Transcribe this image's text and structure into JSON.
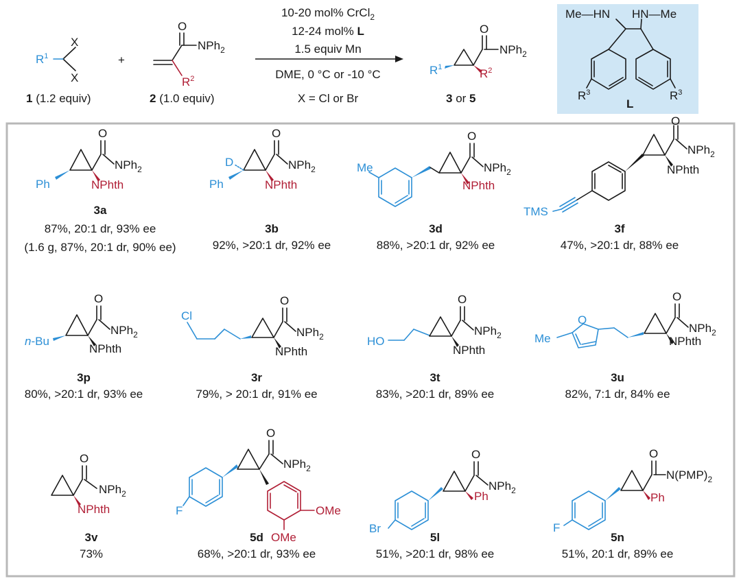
{
  "reaction": {
    "reactant1": {
      "r_label": "R",
      "r_sup": "1",
      "x_label": "X",
      "number": "1",
      "equiv": "(1.2 equiv)"
    },
    "plus": "+",
    "reactant2": {
      "o_label": "O",
      "amide": "NPh",
      "amide_sub": "2",
      "r_label": "R",
      "r_sup": "2",
      "number": "2",
      "equiv": "(1.0 equiv)"
    },
    "conditions": {
      "line1_pre": "10-20 mol% CrCl",
      "line1_sub": "2",
      "line2_pre": "12-24 mol% ",
      "line2_bold": "L",
      "line3": "1.5 equiv Mn",
      "line4": "DME, 0 °C or -10 °C",
      "line5": "X = Cl or Br"
    },
    "product": {
      "o_label": "O",
      "amide": "NPh",
      "amide_sub": "2",
      "r1": "R",
      "r1_sup": "1",
      "r2": "R",
      "r2_sup": "2",
      "num1": "3",
      "or": " or ",
      "num2": "5"
    },
    "ligand": {
      "nh_left": "Me—HN",
      "nh_right": "HN—Me",
      "r3": "R",
      "r3_sup": "3",
      "label": "L",
      "bg_color": "#cfe6f5"
    }
  },
  "compounds": [
    {
      "id": "3a",
      "lines": [
        "87%, 20:1 dr, 93% ee",
        "(1.6 g, 87%, 20:1 dr, 90% ee)"
      ]
    },
    {
      "id": "3b",
      "lines": [
        "92%, >20:1 dr, 92% ee"
      ]
    },
    {
      "id": "3d",
      "lines": [
        "88%, >20:1 dr, 92% ee"
      ]
    },
    {
      "id": "3f",
      "lines": [
        "47%, >20:1 dr, 88% ee"
      ]
    },
    {
      "id": "3p",
      "lines": [
        "80%, >20:1 dr, 93% ee"
      ]
    },
    {
      "id": "3r",
      "lines": [
        "79%, > 20:1 dr, 91% ee"
      ]
    },
    {
      "id": "3t",
      "lines": [
        "83%, >20:1 dr, 89% ee"
      ]
    },
    {
      "id": "3u",
      "lines": [
        "82%, 7:1 dr, 84% ee"
      ]
    },
    {
      "id": "3v",
      "lines": [
        "73%"
      ]
    },
    {
      "id": "5d",
      "lines": [
        "68%, >20:1 dr, 93% ee"
      ]
    },
    {
      "id": "5l",
      "lines": [
        "51%, >20:1 dr, 98% ee"
      ]
    },
    {
      "id": "5n",
      "lines": [
        "51%, 20:1 dr, 89% ee"
      ]
    }
  ],
  "labels": {
    "o": "O",
    "nph": "NPh",
    "nph_sub": "2",
    "nphth": "NPhth",
    "ph": "Ph",
    "d": "D",
    "me": "Me",
    "tms": "TMS",
    "nbu_n": "n",
    "nbu_rest": "-Bu",
    "cl": "Cl",
    "ho": "HO",
    "ring_o": "O",
    "f": "F",
    "ome": "OMe",
    "br": "Br",
    "npmp": "N(PMP)",
    "npmp_sub": "2"
  },
  "colors": {
    "substituent_blue": "#2c8fd6",
    "substituent_red": "#b01e35",
    "frame_gray": "#b8b8b8"
  }
}
